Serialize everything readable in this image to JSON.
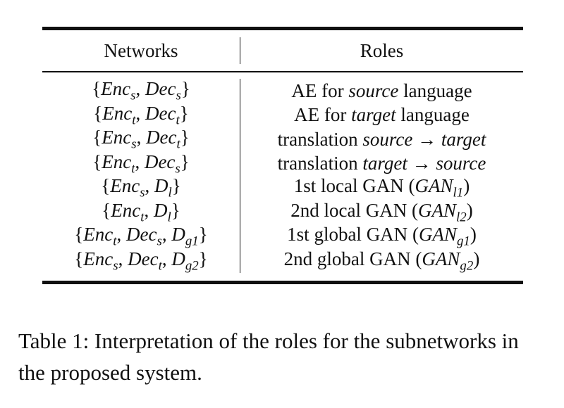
{
  "table": {
    "headers": {
      "networks": "Networks",
      "roles": "Roles"
    },
    "rows": [
      {
        "networks": "{Enc_s, Dec_s}",
        "roles": "AE for source language"
      },
      {
        "networks": "{Enc_t, Dec_t}",
        "roles": "AE for target language"
      },
      {
        "networks": "{Enc_s, Dec_t}",
        "roles": "translation source → target"
      },
      {
        "networks": "{Enc_t, Dec_s}",
        "roles": "translation target → source"
      },
      {
        "networks": "{Enc_s, D_l}",
        "roles": "1st local GAN (GAN_l1)"
      },
      {
        "networks": "{Enc_t, D_l}",
        "roles": "2nd local GAN (GAN_l2)"
      },
      {
        "networks": "{Enc_t, Dec_s, D_g1}",
        "roles": "1st global GAN (GAN_g1)"
      },
      {
        "networks": "{Enc_s, Dec_t, D_g2}",
        "roles": "2nd global GAN (GAN_g2)"
      }
    ]
  },
  "caption": {
    "text": "Table 1: Interpretation of the roles for the subnetworks in the proposed system."
  }
}
